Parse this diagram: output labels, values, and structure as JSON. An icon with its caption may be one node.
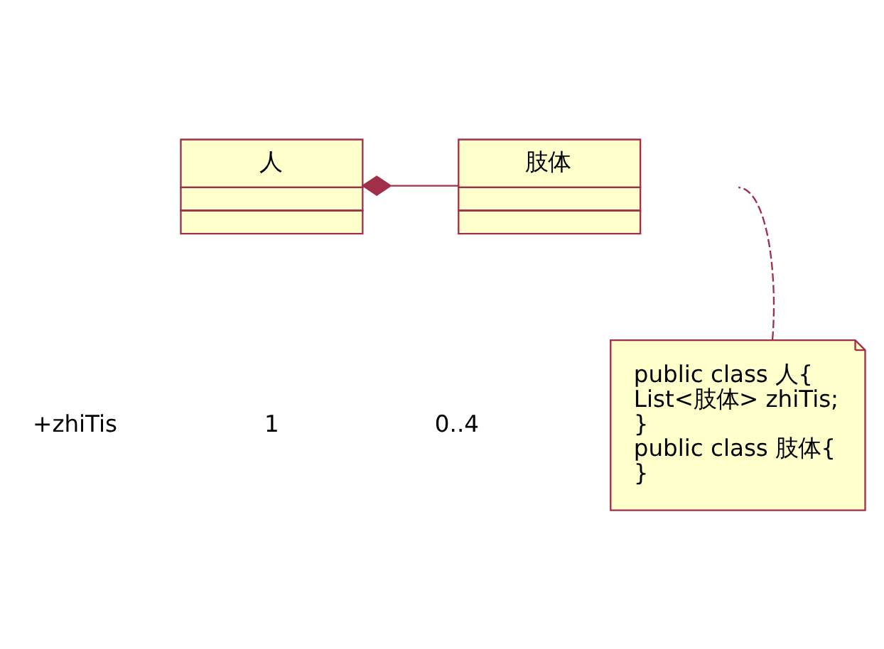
{
  "diagram": {
    "nodes": [
      {
        "text": [
          "人"
        ]
      },
      {
        "text": [
          "肢体"
        ]
      },
      {
        "text": [
          "public class 人{",
          "List<肢体> zhiTis;",
          "}",
          "public class 肢体{",
          "}"
        ]
      }
    ],
    "edges": [
      {
        "from": 0,
        "to": 1,
        "arrow": "other"
      },
      {
        "from": 2,
        "to": null,
        "arrow": "none",
        "style": "dashed"
      }
    ],
    "labels": [
      "+zhiTis",
      "1",
      "0..4"
    ]
  }
}
